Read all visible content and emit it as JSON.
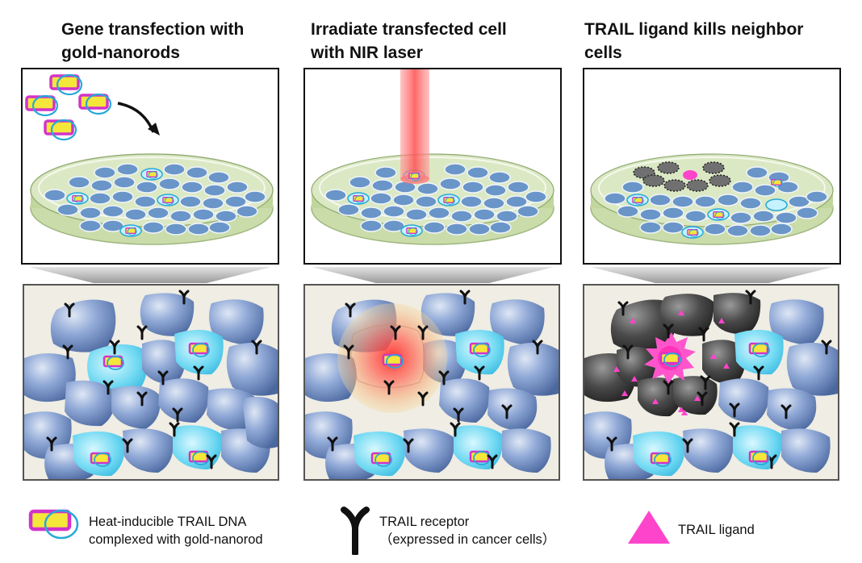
{
  "panels": [
    {
      "title_line1": "Gene transfection with",
      "title_line2": "gold-nanorods"
    },
    {
      "title_line1": "Irradiate transfected cell",
      "title_line2": "with NIR laser"
    },
    {
      "title_line1": "TRAIL ligand kills neighbor",
      "title_line2": "cells"
    }
  ],
  "legend": {
    "nanorod_line1": "Heat-inducible TRAIL DNA",
    "nanorod_line2": "complexed with gold-nanorod",
    "receptor_line1": "TRAIL receptor",
    "receptor_line2": "（expressed in cancer cells）",
    "ligand": "TRAIL ligand"
  },
  "colors": {
    "cell": "#6f8fc4",
    "transfected_cell": "#58d4ee",
    "dead_cell": "#3a3a3a",
    "dish": "#cfe0b0",
    "laser": "#ff6a6a",
    "ligand": "#ff44cc",
    "nanorod_fill": "#f5e63a",
    "nanorod_border": "#d233c9",
    "nanorod_ring": "#27a8d8"
  }
}
